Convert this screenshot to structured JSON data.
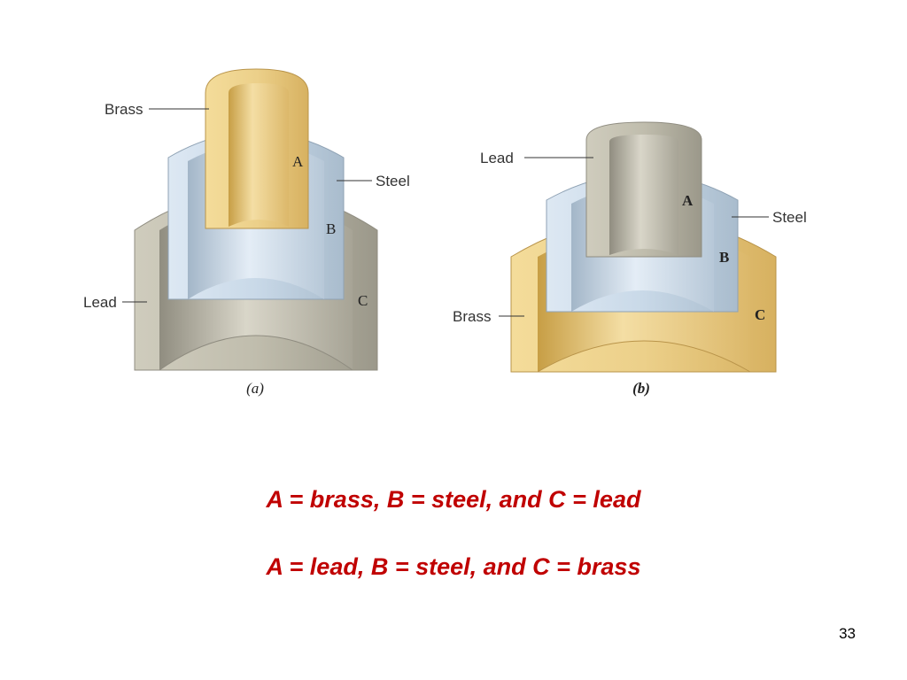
{
  "figure_a": {
    "labels": {
      "inner": "Brass",
      "middle": "Steel",
      "outer": "Lead"
    },
    "part_letters": {
      "a": "A",
      "b": "B",
      "c": "C"
    },
    "caption": "(a)"
  },
  "figure_b": {
    "labels": {
      "inner": "Lead",
      "middle": "Steel",
      "outer": "Brass"
    },
    "part_letters": {
      "a": "A",
      "b": "B",
      "c": "C"
    },
    "caption": "(b)"
  },
  "answers": {
    "line1": "A = brass, B = steel, and C = lead",
    "line2": "A = lead, B = steel, and C = brass"
  },
  "page_number": "33",
  "colors": {
    "brass": "#e6c87a",
    "steel": "#c8d8e8",
    "lead": "#b9b6a6",
    "answer_text": "#c00000"
  }
}
